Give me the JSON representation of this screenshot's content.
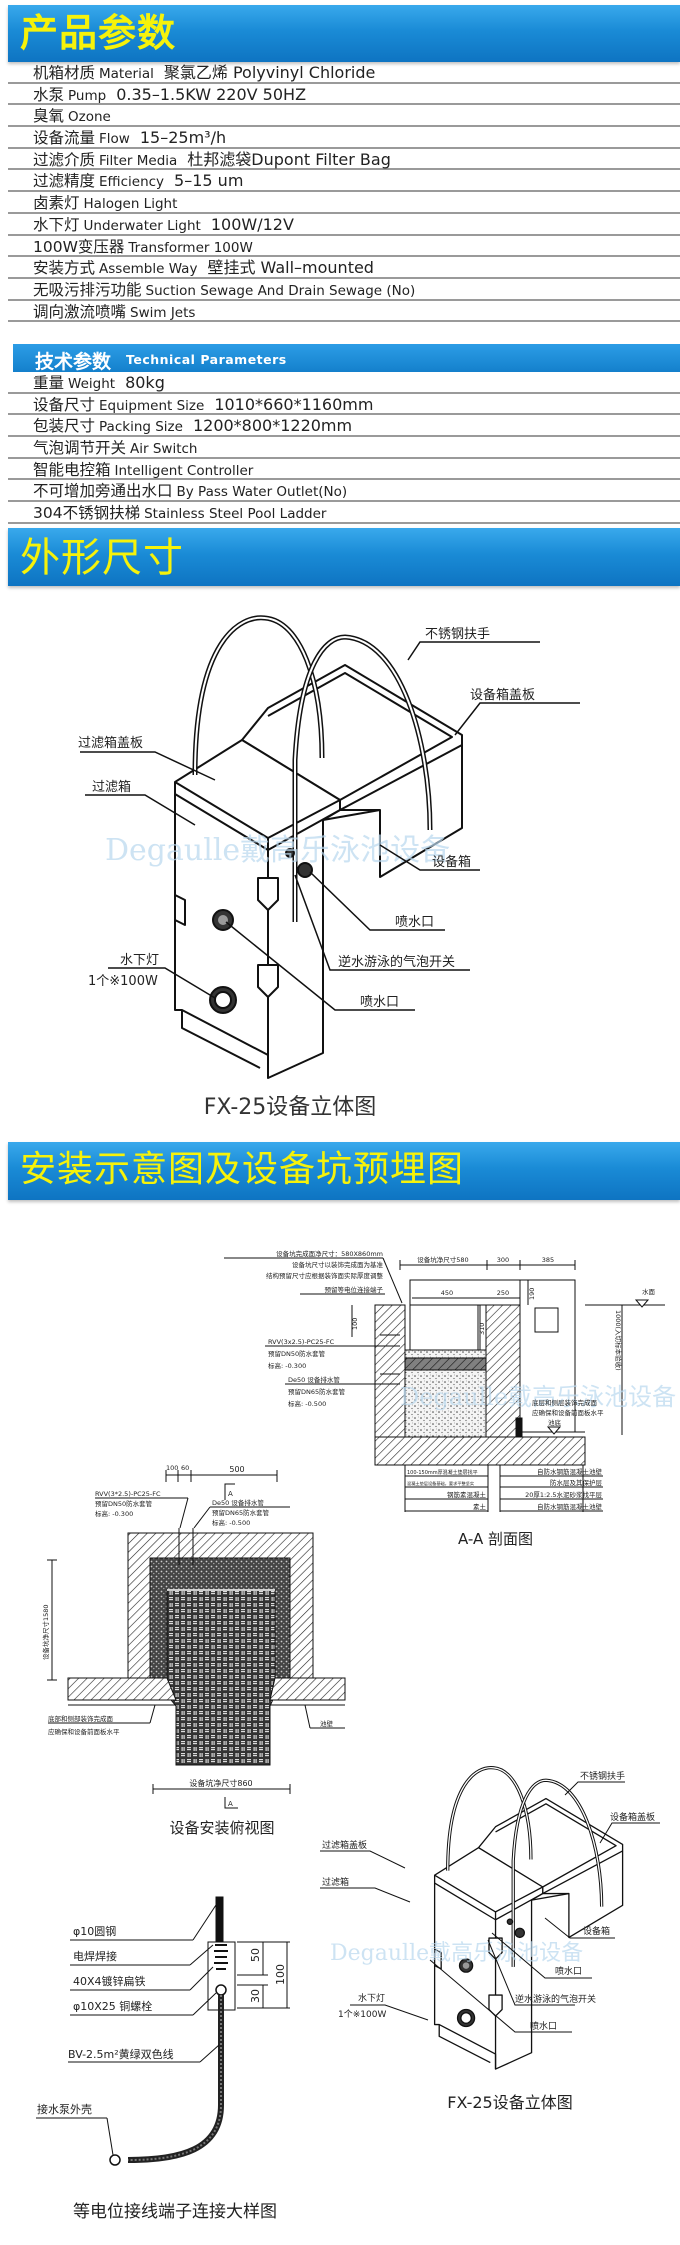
{
  "product_params": {
    "title": "产品参数",
    "rows": [
      {
        "cn": "机箱材质",
        "en": "Material",
        "value": "聚氯乙烯 Polyvinyl Chloride"
      },
      {
        "cn": "水泵",
        "en": "Pump",
        "value": "0.35–1.5KW 220V 50HZ"
      },
      {
        "cn": "臭氧",
        "en": "Ozone",
        "value": ""
      },
      {
        "cn": "设备流量",
        "en": "Flow",
        "value": "15–25m³/h"
      },
      {
        "cn": "过滤介质",
        "en": "Filter Media",
        "value": "杜邦滤袋Dupont Filter Bag"
      },
      {
        "cn": "过滤精度",
        "en": "Efficiency",
        "value": "5–15 um"
      },
      {
        "cn": "卤素灯",
        "en": "Halogen Light",
        "value": ""
      },
      {
        "cn": "水下灯",
        "en": "Underwater Light",
        "value": "100W/12V"
      },
      {
        "cn": "100W变压器",
        "en": "Transformer 100W",
        "value": ""
      },
      {
        "cn": "安装方式",
        "en": "Assemble Way",
        "value": "壁挂式 Wall–mounted"
      },
      {
        "cn": "无吸污排污功能",
        "en": "Suction Sewage And Drain Sewage (No)",
        "value": ""
      },
      {
        "cn": "调向激流喷嘴",
        "en": "Swim Jets",
        "value": ""
      }
    ]
  },
  "technical_params": {
    "title_cn": "技术参数",
    "title_en": "Technical Parameters",
    "rows": [
      {
        "cn": "重量",
        "en": "Weight",
        "value": "80kg"
      },
      {
        "cn": "设备尺寸",
        "en": "Equipment Size",
        "value": "1010*660*1160mm"
      },
      {
        "cn": "包装尺寸",
        "en": "Packing Size",
        "value": "1200*800*1220mm"
      },
      {
        "cn": "气泡调节开关",
        "en": "Air Switch",
        "value": ""
      },
      {
        "cn": "智能电控箱",
        "en": "Intelligent Controller",
        "value": ""
      },
      {
        "cn": "不可增加旁通出水口",
        "en": "By Pass Water Outlet(No)",
        "value": ""
      },
      {
        "cn": "304不锈钢扶梯",
        "en": "Stainless Steel Pool Ladder",
        "value": ""
      }
    ]
  },
  "dimensions_section": {
    "title": "外形尺寸",
    "watermark": "Degaulle戴高乐泳池设备",
    "figure": {
      "caption": "FX-25设备立体图",
      "labels": {
        "handrail": "不锈钢扶手",
        "equipment_lid": "设备箱盖板",
        "filter_lid": "过滤箱盖板",
        "filter_box": "过滤箱",
        "equipment_box": "设备箱",
        "jet_1": "喷水口",
        "air_switch": "逆水游泳的气泡开关",
        "light": "水下灯",
        "light_spec": "1个※100W",
        "jet_2": "喷水口"
      }
    }
  },
  "install_section": {
    "title": "安装示意图及设备坑预埋图",
    "section_aa": {
      "caption": "A-A 剖面图",
      "notes": [
        "设备坑完成面净尺寸：580X860mm",
        "设备坑尺寸以装饰完成面为基准",
        "结构预留尺寸应根据装饰面实际厚度调整",
        "预留等电位连接端子"
      ],
      "dims": {
        "pit": "设备坑净尺寸580",
        "d300": "300",
        "d385": "385",
        "d450": "450",
        "d250": "250",
        "d100": "100",
        "d310": "310",
        "d190": "190",
        "d1000": "1000(入切标本验收)"
      },
      "cable": [
        "RVV(3x2.5)-PC25-FC",
        "预留DN50防水套管",
        "标高: -0.300"
      ],
      "drain": [
        "De50 设备排水管",
        "预留DN65防水套管",
        "标高: -0.500"
      ],
      "water_level": "水面",
      "finish_note": [
        "底层和侧层装饰完成面",
        "应确保和设备前面板水平",
        "池底"
      ],
      "layers_left": [
        "100-150mm厚混凝土垫层找平",
        "混凝土垫层设备基础，要求平整坚实",
        "钢筋素混凝土",
        "素土"
      ],
      "layers_right": [
        "自防水钢筋混凝土池壁",
        "防水层及其保护层",
        "20厚1:2.5水泥砂浆找平层",
        "自防水钢筋混凝土池壁"
      ]
    },
    "plan_view": {
      "caption": "设备安装俯视图",
      "dims": {
        "d100": "100",
        "d60": "60",
        "d500": "500",
        "depth": "设备坑净尺寸1580",
        "width": "设备坑净尺寸860"
      },
      "section_mark": "A",
      "cable": [
        "RVV(3*2.5)-PC25-FC",
        "预留DN50防水套管",
        "标高: -0.300"
      ],
      "drain": [
        "De50 设备排水管",
        "预留DN65防水套管",
        "标高: -0.500"
      ],
      "finish_note": [
        "底部和侧部装饰完成面",
        "应确保和设备前面板水平"
      ],
      "wall": "池壁"
    },
    "grounding": {
      "caption": "等电位接线端子连接大样图",
      "labels": [
        "φ10圆钢",
        "电焊焊接",
        "40X4镀锌扁铁",
        "φ10X25 铜螺栓",
        "BV-2.5m²黄绿双色线",
        "接水泵外壳"
      ],
      "dims": {
        "d50": "50",
        "d100": "100",
        "d30": "30"
      }
    },
    "small_figure": {
      "caption": "FX-25设备立体图",
      "labels": {
        "handrail": "不锈钢扶手",
        "equipment_lid": "设备箱盖板",
        "filter_lid": "过滤箱盖板",
        "filter_box": "过滤箱",
        "equipment_box": "设备箱",
        "jet_1": "喷水口",
        "air_switch": "逆水游泳的气泡开关",
        "light": "水下灯",
        "light_spec": "1个※100W",
        "jet_2": "喷水口"
      }
    }
  },
  "colors": {
    "banner_blue": "#1a8bd6",
    "banner_title": "#f6f20a",
    "row_rule": "#9a9a9a"
  }
}
